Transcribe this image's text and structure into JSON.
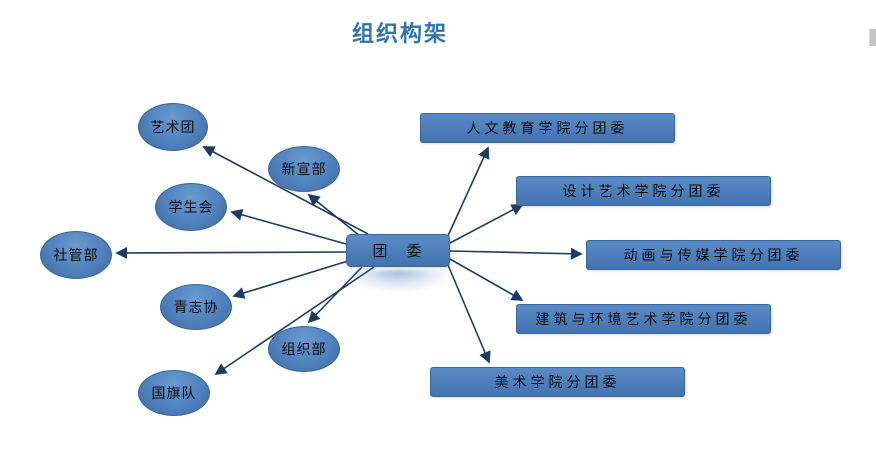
{
  "title": "组织构架",
  "colors": {
    "title_blue": "#2E74B5",
    "node_fill": "#4F81BD",
    "node_border": "#3C6699",
    "arrow": "#1F3B63",
    "node_text": "#0D0D0D",
    "background": "#FFFFFF"
  },
  "center_node": {
    "label": "团　委"
  },
  "left_nodes": [
    {
      "label": "艺术团"
    },
    {
      "label": "新宣部"
    },
    {
      "label": "学生会"
    },
    {
      "label": "社管部"
    },
    {
      "label": "青志协"
    },
    {
      "label": "组织部"
    },
    {
      "label": "国旗队"
    }
  ],
  "right_nodes": [
    {
      "label": "人文教育学院分团委"
    },
    {
      "label": "设计艺术学院分团委"
    },
    {
      "label": "动画与传媒学院分团委"
    },
    {
      "label": "建筑与环境艺术学院分团委"
    },
    {
      "label": "美术学院分团委"
    }
  ]
}
